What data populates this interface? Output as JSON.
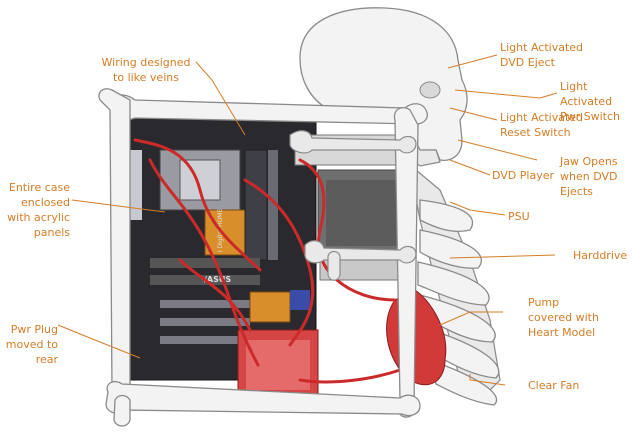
{
  "diagram": {
    "callouts": [
      {
        "id": "wiring",
        "text": "Wiring designed\nto like veins"
      },
      {
        "id": "case",
        "text": "Entire case\nenclosed\nwith acrylic\npanels"
      },
      {
        "id": "pwrplug",
        "text": "Pwr Plug\nmoved to\nrear"
      },
      {
        "id": "dvd-eject",
        "text": "Light Activated\nDVD Eject"
      },
      {
        "id": "pwr-switch",
        "text": "Light Activated\nPwr Switch"
      },
      {
        "id": "reset-switch",
        "text": "Light Activated\nReset Switch"
      },
      {
        "id": "jaw",
        "text": "Jaw Opens\nwhen DVD\nEjects"
      },
      {
        "id": "dvd-player",
        "text": "DVD Player"
      },
      {
        "id": "psu",
        "text": "PSU"
      },
      {
        "id": "harddrive",
        "text": "Harddrive"
      },
      {
        "id": "pump",
        "text": "Pump\ncovered with\nHeart Model"
      },
      {
        "id": "fan",
        "text": "Clear Fan"
      }
    ],
    "board_brand_text": "/ASUS",
    "board_model_text": "i Digital HOME\nP5B DELUXE",
    "label_color": "#d47d27"
  }
}
